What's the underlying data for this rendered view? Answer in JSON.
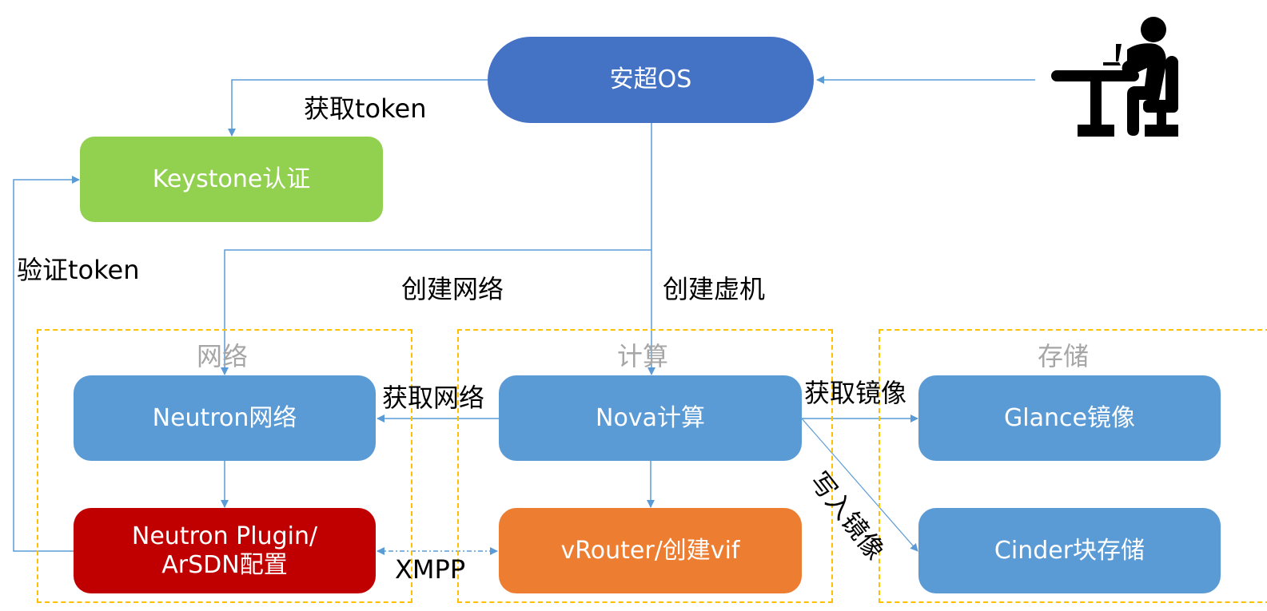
{
  "colors": {
    "arrow": "#5B9BD5",
    "os_node": "#4472C4",
    "keystone_node": "#92D050",
    "service_node": "#5B9BD5",
    "plugin_node": "#C00000",
    "vrouter_node": "#ED7D31",
    "group_border": "#FFC000",
    "group_title": "#A6A6A6"
  },
  "nodes": {
    "os": "安超OS",
    "keystone": "Keystone认证",
    "neutron": "Neutron网络",
    "plugin_line1": "Neutron Plugin/",
    "plugin_line2": "ArSDN配置",
    "nova": "Nova计算",
    "vrouter": "vRouter/创建vif",
    "glance": "Glance镜像",
    "cinder": "Cinder块存储"
  },
  "groups": {
    "network": "网络",
    "compute": "计算",
    "storage": "存储"
  },
  "edges": {
    "get_token": "获取token",
    "verify_token": "验证token",
    "create_network": "创建网络",
    "create_vm": "创建虚机",
    "get_network": "获取网络",
    "get_image": "获取镜像",
    "write_image": "写入镜像",
    "xmpp": "XMPP"
  },
  "icons": {
    "user": "person-at-desk-icon"
  }
}
